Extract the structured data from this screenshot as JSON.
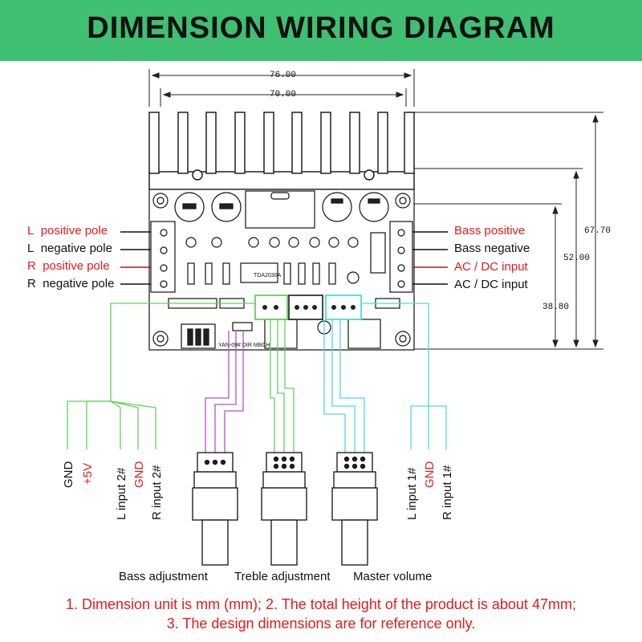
{
  "title": "DIMENSION WIRING DIAGRAM",
  "dimensions": {
    "width_outer": "76.00",
    "width_inner": "70.00",
    "height_total": "67.70",
    "height_board": "52.00",
    "height_low": "38.80"
  },
  "left_labels": [
    {
      "prefix": "L",
      "text": "positive pole",
      "color": "red"
    },
    {
      "prefix": "L",
      "text": "negative pole",
      "color": "black"
    },
    {
      "prefix": "R",
      "text": "positive pole",
      "color": "red"
    },
    {
      "prefix": "R",
      "text": "negative pole",
      "color": "black"
    }
  ],
  "right_labels": [
    {
      "text": "Bass positive",
      "color": "red"
    },
    {
      "text": "Bass negative",
      "color": "black"
    },
    {
      "text": "AC / DC input",
      "color": "red"
    },
    {
      "text": "AC / DC input",
      "color": "black"
    }
  ],
  "left_pins": [
    {
      "text": "GND",
      "color": "black"
    },
    {
      "text": "+5V",
      "color": "red"
    },
    {
      "text": "L  input 2#",
      "color": "black"
    },
    {
      "text": "GND",
      "color": "red"
    },
    {
      "text": "R  input 2#",
      "color": "black"
    }
  ],
  "right_pins": [
    {
      "text": "L  input 1#",
      "color": "black"
    },
    {
      "text": "GND",
      "color": "red"
    },
    {
      "text": "R  input 1#",
      "color": "black"
    }
  ],
  "controls": [
    {
      "label": "Bass adjustment"
    },
    {
      "label": "Treble adjustment"
    },
    {
      "label": "Master volume"
    }
  ],
  "pcb_text": {
    "model": "TDA2030A",
    "silk": "YAN-09#  DIR MBCH"
  },
  "notes": {
    "line1": "1. Dimension unit is mm (mm); 2. The total height of the product is about 47mm;",
    "line2": "3. The design dimensions are for reference only."
  },
  "colors": {
    "header": "#3fbf72",
    "red": "#e21b1b",
    "wire_green": "#5fd35f",
    "wire_purple": "#b84fc6",
    "wire_cyan": "#4fd8e0"
  }
}
